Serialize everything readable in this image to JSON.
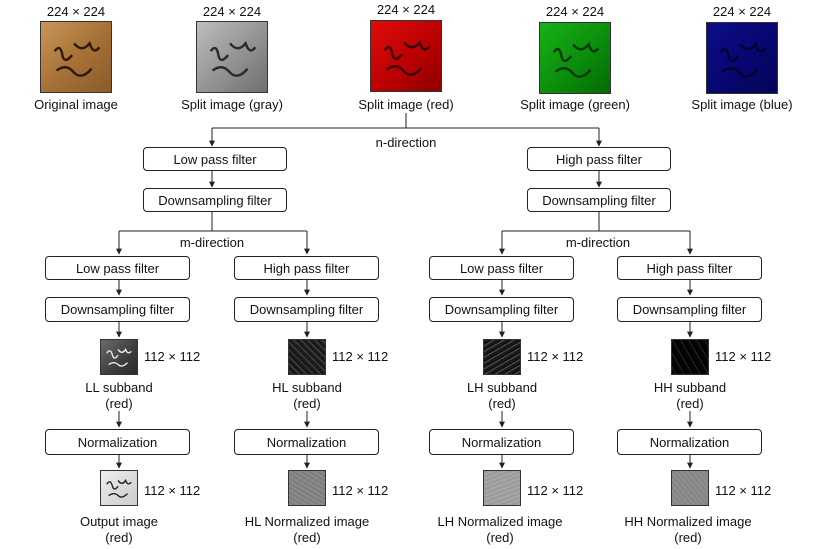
{
  "top_images": [
    {
      "size": "224 × 224",
      "label": "Original image"
    },
    {
      "size": "224 × 224",
      "label": "Split image (gray)"
    },
    {
      "size": "224 × 224",
      "label": "Split image (red)"
    },
    {
      "size": "224 × 224",
      "label": "Split image (green)"
    },
    {
      "size": "224 × 224",
      "label": "Split image (blue)"
    }
  ],
  "directions": {
    "n": "n-direction",
    "m_left": "m-direction",
    "m_right": "m-direction"
  },
  "level1": {
    "left_filter": "Low pass filter",
    "left_down": "Downsampling filter",
    "right_filter": "High pass filter",
    "right_down": "Downsampling filter"
  },
  "branches": [
    {
      "filter": "Low pass filter",
      "down": "Downsampling filter",
      "subband_size": "112 × 112",
      "subband_label": "LL subband",
      "subband_sub": "(red)",
      "normalization": "Normalization",
      "out_size": "112 × 112",
      "out_label": "Output image",
      "out_sub": "(red)"
    },
    {
      "filter": "High pass filter",
      "down": "Downsampling filter",
      "subband_size": "112 × 112",
      "subband_label": "HL subband",
      "subband_sub": "(red)",
      "normalization": "Normalization",
      "out_size": "112 × 112",
      "out_label": "HL Normalized image",
      "out_sub": "(red)"
    },
    {
      "filter": "Low pass filter",
      "down": "Downsampling filter",
      "subband_size": "112 × 112",
      "subband_label": "LH subband",
      "subband_sub": "(red)",
      "normalization": "Normalization",
      "out_size": "112 × 112",
      "out_label": "LH Normalized image",
      "out_sub": "(red)"
    },
    {
      "filter": "High pass filter",
      "down": "Downsampling filter",
      "subband_size": "112 × 112",
      "subband_label": "HH subband",
      "subband_sub": "(red)",
      "normalization": "Normalization",
      "out_size": "112 × 112",
      "out_label": "HH Normalized image",
      "out_sub": "(red)"
    }
  ]
}
